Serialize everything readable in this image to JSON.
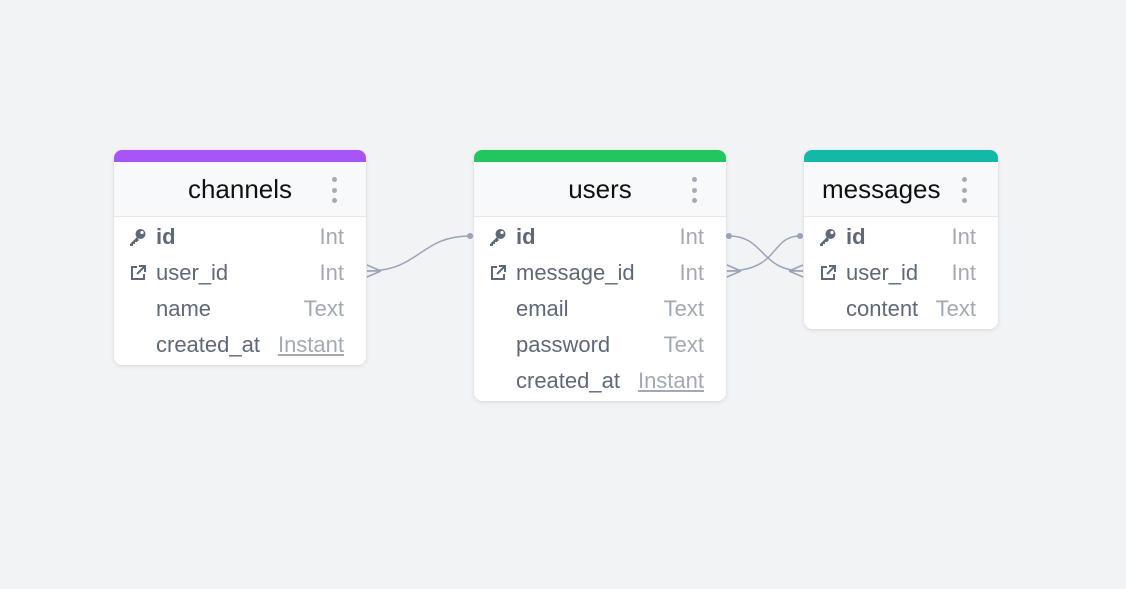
{
  "colors": {
    "channels": "#a855f7",
    "users": "#22c55e",
    "messages": "#14b8a6",
    "edge": "#9aa4b8"
  },
  "tables": {
    "channels": {
      "title": "channels",
      "fields": [
        {
          "name": "id",
          "type": "Int",
          "icon": "key-icon"
        },
        {
          "name": "user_id",
          "type": "Int",
          "icon": "external-link-icon"
        },
        {
          "name": "name",
          "type": "Text",
          "icon": ""
        },
        {
          "name": "created_at",
          "type": "Instant",
          "icon": ""
        }
      ]
    },
    "users": {
      "title": "users",
      "fields": [
        {
          "name": "id",
          "type": "Int",
          "icon": "key-icon"
        },
        {
          "name": "message_id",
          "type": "Int",
          "icon": "external-link-icon"
        },
        {
          "name": "email",
          "type": "Text",
          "icon": ""
        },
        {
          "name": "password",
          "type": "Text",
          "icon": ""
        },
        {
          "name": "created_at",
          "type": "Instant",
          "icon": ""
        }
      ]
    },
    "messages": {
      "title": "messages",
      "fields": [
        {
          "name": "id",
          "type": "Int",
          "icon": "key-icon"
        },
        {
          "name": "user_id",
          "type": "Int",
          "icon": "external-link-icon"
        },
        {
          "name": "content",
          "type": "Text",
          "icon": ""
        }
      ]
    }
  }
}
